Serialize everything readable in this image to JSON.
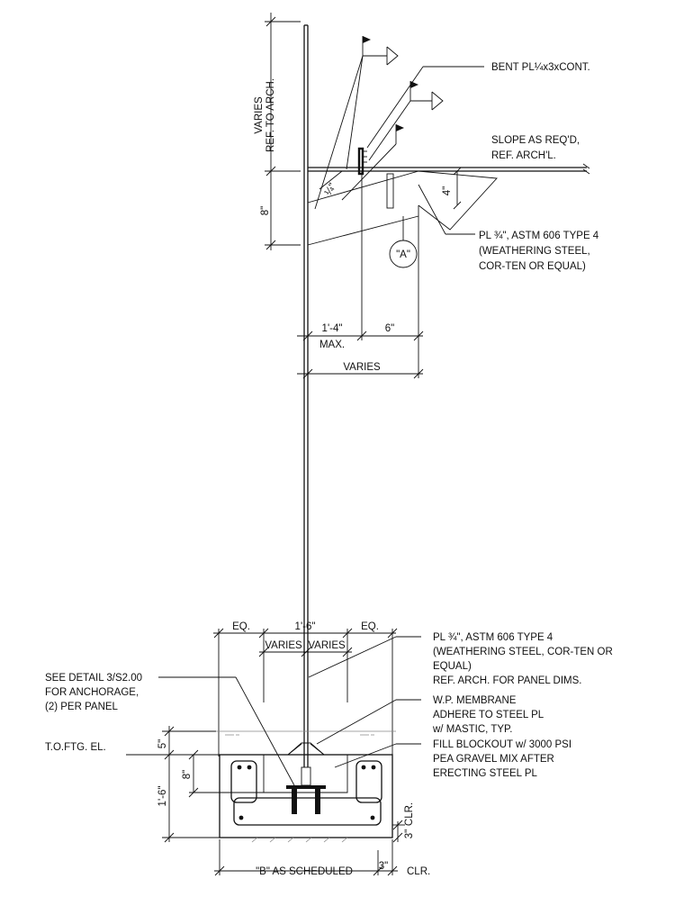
{
  "upper_detail": {
    "varies_ref_arch": [
      "VARIES",
      "REF. TO ARCH."
    ],
    "dim_8": "8\"",
    "dim_quarter": "¼\"",
    "dim_4": "4\"",
    "bent_plate": "BENT PL¼x3xCONT.",
    "slope": [
      "SLOPE AS REQ'D,",
      "REF. ARCH'L."
    ],
    "plate_spec": [
      "PL ¾\", ASTM 606 TYPE 4",
      "(WEATHERING STEEL,",
      "COR-TEN OR EQUAL)"
    ],
    "detail_tag": "\"A\"",
    "dim_1_4": "1'-4\"",
    "dim_max": "MAX.",
    "dim_6": "6\"",
    "dim_varies": "VARIES"
  },
  "footing_detail": {
    "eq_left": "EQ.",
    "dim_1_6_top": "1'-6\"",
    "eq_right": "EQ.",
    "varies_left": "VARIES",
    "varies_right": "VARIES",
    "see_detail": [
      "SEE DETAIL 3/S2.00",
      "FOR ANCHORAGE,",
      "(2) PER PANEL"
    ],
    "plate_spec": [
      "PL ¾\", ASTM 606 TYPE 4",
      "(WEATHERING STEEL, COR-TEN OR",
      "EQUAL)",
      "REF. ARCH. FOR PANEL DIMS."
    ],
    "membrane": [
      "W.P. MEMBRANE",
      "ADHERE TO STEEL PL",
      "w/ MASTIC, TYP."
    ],
    "blockout": [
      "FILL BLOCKOUT w/ 3000 PSI",
      "PEA GRAVEL MIX AFTER",
      "ERECTING STEEL PL"
    ],
    "tofg": "T.O.FTG. EL.",
    "dim_5": "5\"",
    "dim_8": "8\"",
    "dim_1_6_side": "1'-6\"",
    "dim_3_clr_side": "3\"",
    "clr_side": "CLR.",
    "b_scheduled": "\"B\" AS SCHEDULED",
    "dim_3_clr_bottom": "3\"",
    "clr_bottom": "CLR."
  }
}
